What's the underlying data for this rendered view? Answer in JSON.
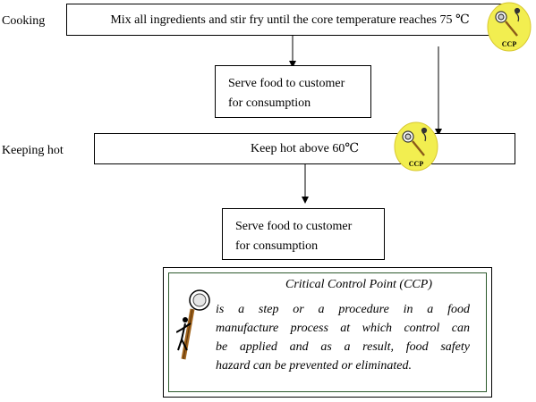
{
  "stages": {
    "cooking": "Cooking",
    "keeping_hot": "Keeping hot"
  },
  "steps": {
    "cook": "Mix all ingredients and stir fry until the core temperature reaches 75 ℃",
    "serve_1": [
      "Serve food to customer",
      "for consumption"
    ],
    "keep_hot": "Keep hot above 60℃",
    "serve_2": [
      "Serve food to customer",
      "for consumption"
    ]
  },
  "ccp_badge": {
    "label": "CCP",
    "icon": "thermometer-probe-icon",
    "color": "#f2ee50"
  },
  "legend": {
    "title": "Critical Control Point (CCP)",
    "lines": [
      "is a step or a procedure in a food",
      "manufacture process at which control can",
      "be applied and as a result, food safety",
      "hazard can be prevented or eliminated."
    ],
    "icon": "thermometer-figure-icon"
  },
  "colors": {
    "line": "#000000",
    "legend_border": "#2c5a2c"
  }
}
